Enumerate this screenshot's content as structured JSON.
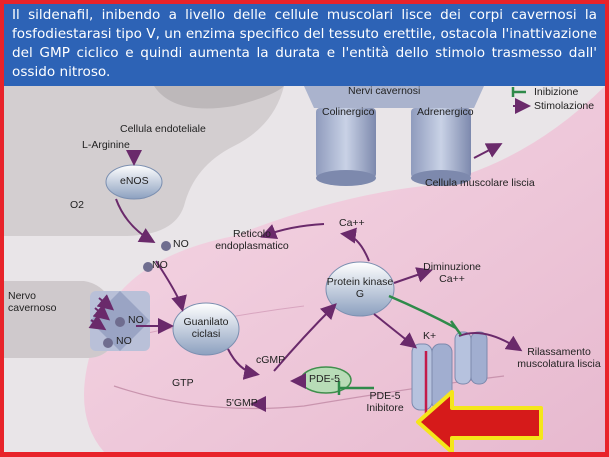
{
  "header": {
    "text": "Il sildenafil, inibendo a livello delle cellule muscolari lisce dei corpi cavernosi la fosfodiestarasi tipo V, un enzima specifico del tessuto erettile, ostacola l'inattivazione del GMP ciclico e quindi aumenta la durata e l'entità dello stimolo trasmesso dall' ossido nitroso."
  },
  "legend": {
    "inhibition": "Inibizione",
    "stimulation": "Stimolazione"
  },
  "labels": {
    "nervi_cavernosi": "Nervi cavernosi",
    "colinergico": "Colinergico",
    "adrenergico": "Adrenergico",
    "cellula_endoteliale": "Cellula endoteliale",
    "l_arginine": "L-Arginine",
    "enos": "eNOS",
    "o2": "O2",
    "no1": "NO",
    "no2": "NO",
    "cellula_muscolare": "Cellula muscolare liscia",
    "reticolo": "Reticolo endoplasmatico",
    "ca_top": "Ca++",
    "protein_kinase": "Protein kinase G",
    "diminuzione": "Diminuzione Ca++",
    "nervo_cavernoso": "Nervo cavernoso",
    "no3": "NO",
    "no4": "NO",
    "guanilato": "Guanilato ciclasi",
    "gtp": "GTP",
    "cgmp": "cGMP",
    "pde5": "PDE-5",
    "five_gmp": "5'GMP",
    "pde5_inhibitor": "PDE-5 Inibitore",
    "kplus": "K+",
    "rilassamento": "Rilassamento muscolatura liscia"
  },
  "colors": {
    "background": "#e8232a",
    "header_bg": "#2d63b6",
    "stimulation": "#6a2a6b",
    "inhibition": "#2f8a4a",
    "arrow_fill": "#d61a1a",
    "arrow_border": "#f5e61a"
  }
}
